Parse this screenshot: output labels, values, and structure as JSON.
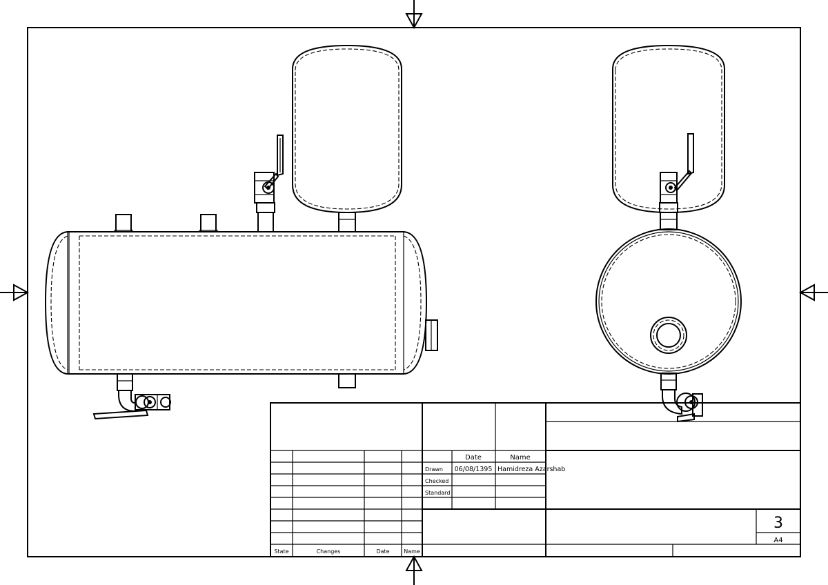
{
  "title_block": {
    "col_date": "Date",
    "col_name": "Name",
    "row_drawn": "Drawn",
    "row_checked": "Checked",
    "row_standard": "Standard",
    "drawn_date": "06/08/1395",
    "drawn_name": "Hamidreza Azarshab",
    "sheet_number": "3",
    "sheet_size": "A4",
    "rev_state": "State",
    "rev_changes": "Changes",
    "rev_date": "Date",
    "rev_name": "Name"
  }
}
